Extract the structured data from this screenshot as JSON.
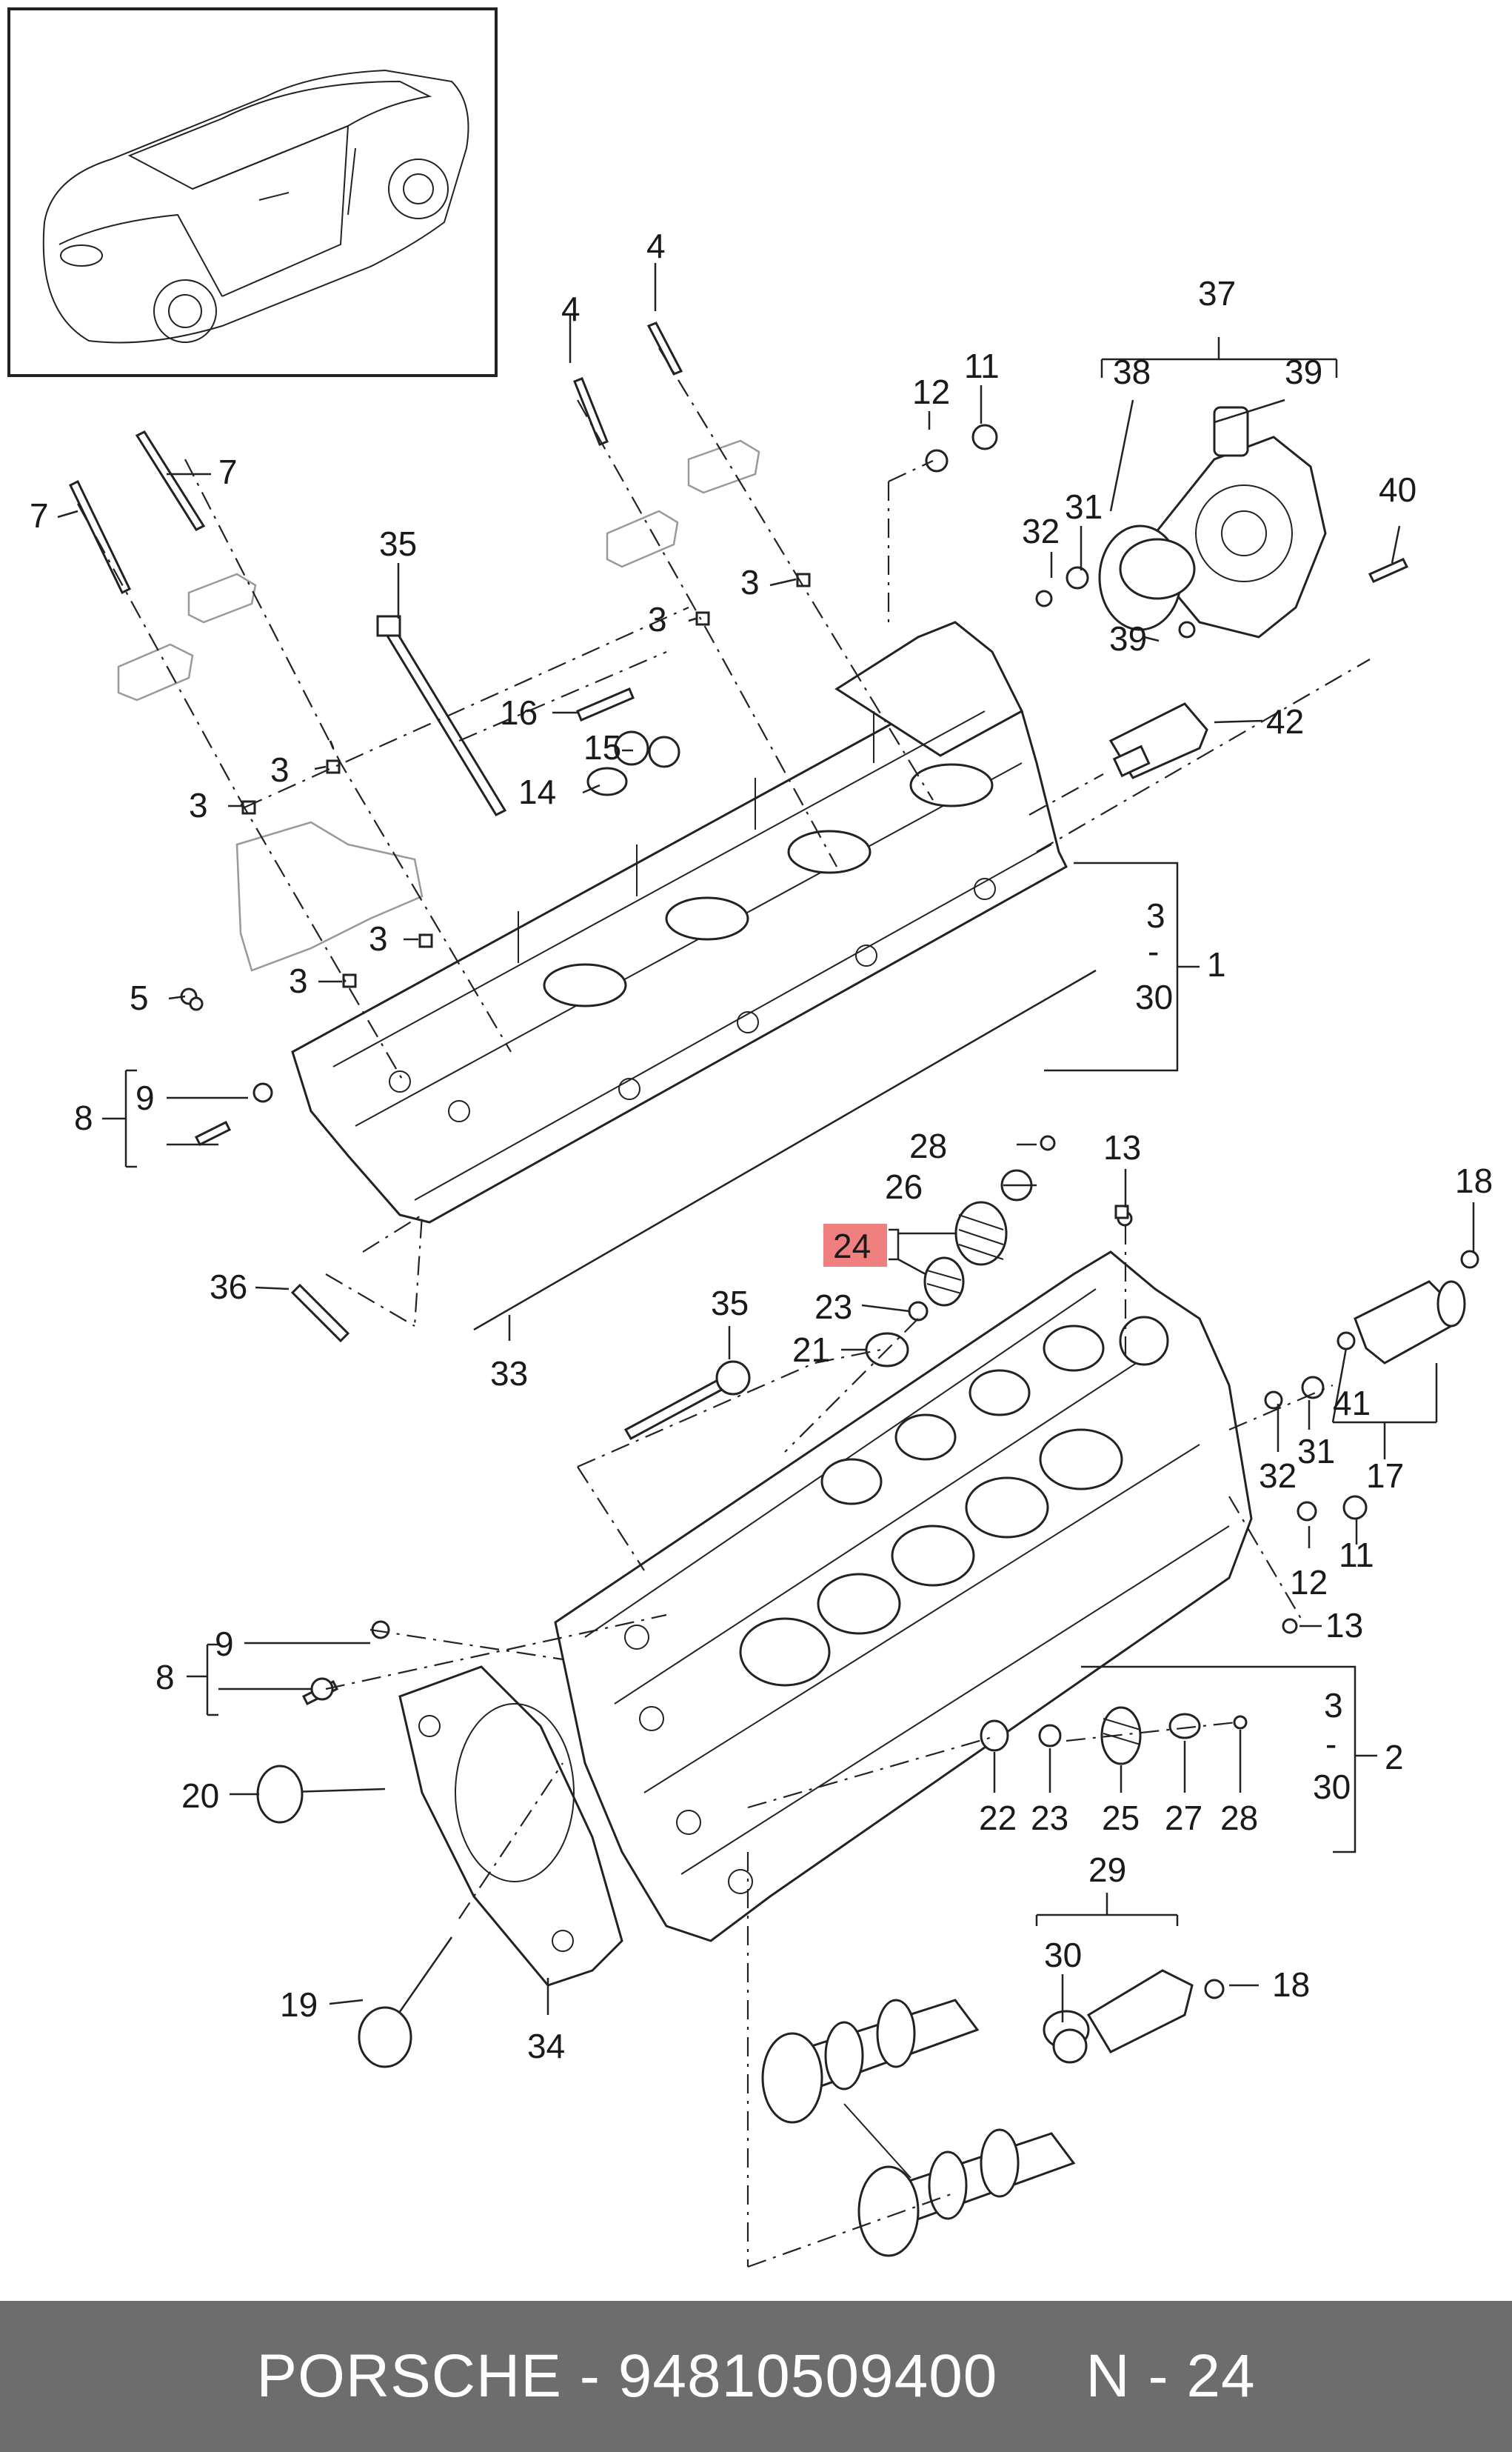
{
  "footer": {
    "text": "PORSCHE - 94810509400     N - 24",
    "background": "#6d6d6d",
    "color": "#ffffff"
  },
  "highlight_color": "#f08080",
  "callouts": {
    "c4a": "4",
    "c4b": "4",
    "c37": "37",
    "c38": "38",
    "c39a": "39",
    "c12a": "12",
    "c11a": "11",
    "c7a": "7",
    "c7b": "7",
    "c35a": "35",
    "c32a": "32",
    "c31a": "31",
    "c40": "40",
    "c3a": "3",
    "c3b": "3",
    "c39b": "39",
    "c16": "16",
    "c15": "15",
    "c14": "14",
    "c42": "42",
    "c3c": "3",
    "c3d": "3",
    "c3e": "3",
    "c3f": "3",
    "r1top": "3",
    "r1dash": "-",
    "r1bot": "30",
    "r1": "1",
    "c5": "5",
    "c9a": "9",
    "c8a": "8",
    "c28a": "28",
    "c13a": "13",
    "c18a": "18",
    "c26": "26",
    "c24": "24",
    "c36": "36",
    "c35b": "35",
    "c23a": "23",
    "c21": "21",
    "c33": "33",
    "c41": "41",
    "c32b": "32",
    "c31b": "31",
    "c17": "17",
    "c12b": "12",
    "c11b": "11",
    "c13b": "13",
    "c9b": "9",
    "c8b": "8",
    "c20": "20",
    "r2top": "3",
    "r2dash": "-",
    "r2bot": "30",
    "r2": "2",
    "c22": "22",
    "c23b": "23",
    "c25": "25",
    "c27": "27",
    "c28b": "28",
    "c29": "29",
    "c30": "30",
    "c18b": "18",
    "c19": "19",
    "c34": "34"
  }
}
